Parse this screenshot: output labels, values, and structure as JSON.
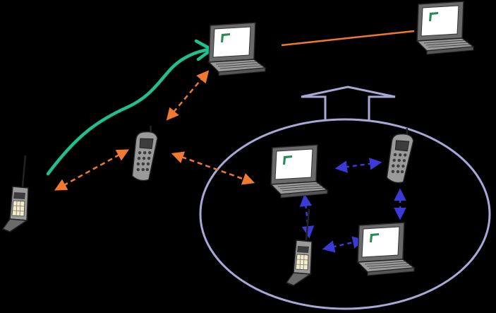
{
  "diagram": {
    "background": "#000000",
    "nodes": [
      {
        "id": "laptop-top-center",
        "kind": "laptop",
        "group": "infrastructure"
      },
      {
        "id": "laptop-top-right",
        "kind": "laptop",
        "group": "infrastructure"
      },
      {
        "id": "cellphone-left",
        "kind": "flip-phone",
        "group": "mobile"
      },
      {
        "id": "cordless-phone-middle",
        "kind": "cordless-phone",
        "group": "mobile"
      },
      {
        "id": "laptop-cluster-left",
        "kind": "laptop",
        "group": "ad-hoc-cluster"
      },
      {
        "id": "cordless-phone-cluster",
        "kind": "cordless-phone",
        "group": "ad-hoc-cluster"
      },
      {
        "id": "cellphone-cluster",
        "kind": "flip-phone",
        "group": "ad-hoc-cluster"
      },
      {
        "id": "laptop-cluster-bottom-right",
        "kind": "laptop",
        "group": "ad-hoc-cluster"
      }
    ],
    "links": [
      {
        "from": "laptop-top-center",
        "to": "laptop-top-right",
        "style": "solid",
        "color": "#f07830"
      },
      {
        "from": "cellphone-left",
        "to": "laptop-top-center",
        "style": "solid-curved-arrow",
        "color": "#1fbf8f"
      },
      {
        "from": "cordless-phone-middle",
        "to": "laptop-top-center",
        "style": "dashed-double-arrow",
        "color": "#f07830"
      },
      {
        "from": "cordless-phone-middle",
        "to": "cellphone-left",
        "style": "dashed-double-arrow",
        "color": "#f07830"
      },
      {
        "from": "cordless-phone-middle",
        "to": "laptop-cluster-left",
        "style": "dashed-double-arrow",
        "color": "#f07830"
      },
      {
        "from": "laptop-cluster-left",
        "to": "cordless-phone-cluster",
        "style": "dashed-double-arrow",
        "color": "#3a3ad8"
      },
      {
        "from": "laptop-cluster-left",
        "to": "cellphone-cluster",
        "style": "dashed-double-arrow",
        "color": "#3a3ad8"
      },
      {
        "from": "cordless-phone-cluster",
        "to": "laptop-cluster-bottom-right",
        "style": "dashed-double-arrow",
        "color": "#3a3ad8"
      },
      {
        "from": "cellphone-cluster",
        "to": "laptop-cluster-bottom-right",
        "style": "dashed-double-arrow",
        "color": "#3a3ad8"
      }
    ],
    "cluster": {
      "shape": "ellipse",
      "outline_color": "#a8a8d8",
      "up_arrow_color": "#a8a8d8"
    },
    "colors": {
      "orange": "#f07830",
      "green": "#1fbf8f",
      "blue": "#3a3ad8",
      "device_gray": "#9a9a9a",
      "device_dark": "#3c3c3c",
      "screen": "#ffffff",
      "lavender": "#a8a8d8"
    }
  }
}
